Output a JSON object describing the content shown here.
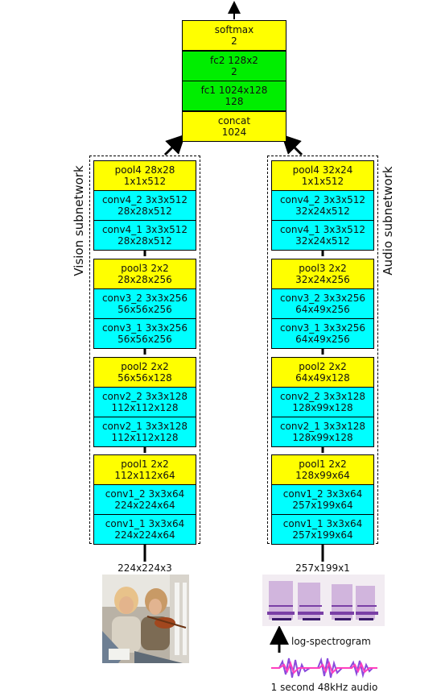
{
  "head": {
    "layers": [
      {
        "name": "softmax",
        "shape": "2",
        "kind": "pool"
      },
      {
        "name": "fc2 128x2",
        "shape": "2",
        "kind": "fc"
      },
      {
        "name": "fc1 1024x128",
        "shape": "128",
        "kind": "fc"
      },
      {
        "name": "concat",
        "shape": "1024",
        "kind": "pool"
      }
    ]
  },
  "vision": {
    "label": "Vision subnetwork",
    "input_size": "224x224x3",
    "blocks": [
      [
        {
          "name": "pool4 28x28",
          "shape": "1x1x512",
          "kind": "pool"
        },
        {
          "name": "conv4_2 3x3x512",
          "shape": "28x28x512",
          "kind": "conv"
        },
        {
          "name": "conv4_1 3x3x512",
          "shape": "28x28x512",
          "kind": "conv"
        }
      ],
      [
        {
          "name": "pool3 2x2",
          "shape": "28x28x256",
          "kind": "pool"
        },
        {
          "name": "conv3_2 3x3x256",
          "shape": "56x56x256",
          "kind": "conv"
        },
        {
          "name": "conv3_1 3x3x256",
          "shape": "56x56x256",
          "kind": "conv"
        }
      ],
      [
        {
          "name": "pool2 2x2",
          "shape": "56x56x128",
          "kind": "pool"
        },
        {
          "name": "conv2_2 3x3x128",
          "shape": "112x112x128",
          "kind": "conv"
        },
        {
          "name": "conv2_1 3x3x128",
          "shape": "112x112x128",
          "kind": "conv"
        }
      ],
      [
        {
          "name": "pool1 2x2",
          "shape": "112x112x64",
          "kind": "pool"
        },
        {
          "name": "conv1_2 3x3x64",
          "shape": "224x224x64",
          "kind": "conv"
        },
        {
          "name": "conv1_1 3x3x64",
          "shape": "224x224x64",
          "kind": "conv"
        }
      ]
    ]
  },
  "audio": {
    "label": "Audio subnetwork",
    "input_size": "257x199x1",
    "blocks": [
      [
        {
          "name": "pool4 32x24",
          "shape": "1x1x512",
          "kind": "pool"
        },
        {
          "name": "conv4_2 3x3x512",
          "shape": "32x24x512",
          "kind": "conv"
        },
        {
          "name": "conv4_1 3x3x512",
          "shape": "32x24x512",
          "kind": "conv"
        }
      ],
      [
        {
          "name": "pool3 2x2",
          "shape": "32x24x256",
          "kind": "pool"
        },
        {
          "name": "conv3_2 3x3x256",
          "shape": "64x49x256",
          "kind": "conv"
        },
        {
          "name": "conv3_1 3x3x256",
          "shape": "64x49x256",
          "kind": "conv"
        }
      ],
      [
        {
          "name": "pool2 2x2",
          "shape": "64x49x128",
          "kind": "pool"
        },
        {
          "name": "conv2_2 3x3x128",
          "shape": "128x99x128",
          "kind": "conv"
        },
        {
          "name": "conv2_1 3x3x128",
          "shape": "128x99x128",
          "kind": "conv"
        }
      ],
      [
        {
          "name": "pool1 2x2",
          "shape": "128x99x64",
          "kind": "pool"
        },
        {
          "name": "conv1_2 3x3x64",
          "shape": "257x199x64",
          "kind": "conv"
        },
        {
          "name": "conv1_1 3x3x64",
          "shape": "257x199x64",
          "kind": "conv"
        }
      ]
    ],
    "spectrogram_label": "log-spectrogram",
    "waveform_label": "1 second 48kHz audio"
  },
  "colors": {
    "pool": "#ffff00",
    "conv": "#00ffff",
    "fc": "#00ee00"
  }
}
